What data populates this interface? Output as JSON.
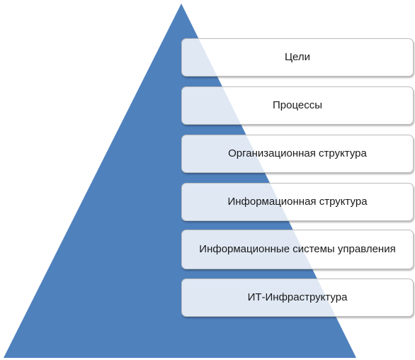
{
  "diagram": {
    "type": "pyramid",
    "fill_color": "#4f81bd",
    "levels": [
      {
        "label": "Цели"
      },
      {
        "label": "Процессы"
      },
      {
        "label": "Организационная структура"
      },
      {
        "label": "Информационная структура"
      },
      {
        "label": "Информационные системы управления"
      },
      {
        "label": "ИТ-Инфраструктура"
      }
    ]
  }
}
